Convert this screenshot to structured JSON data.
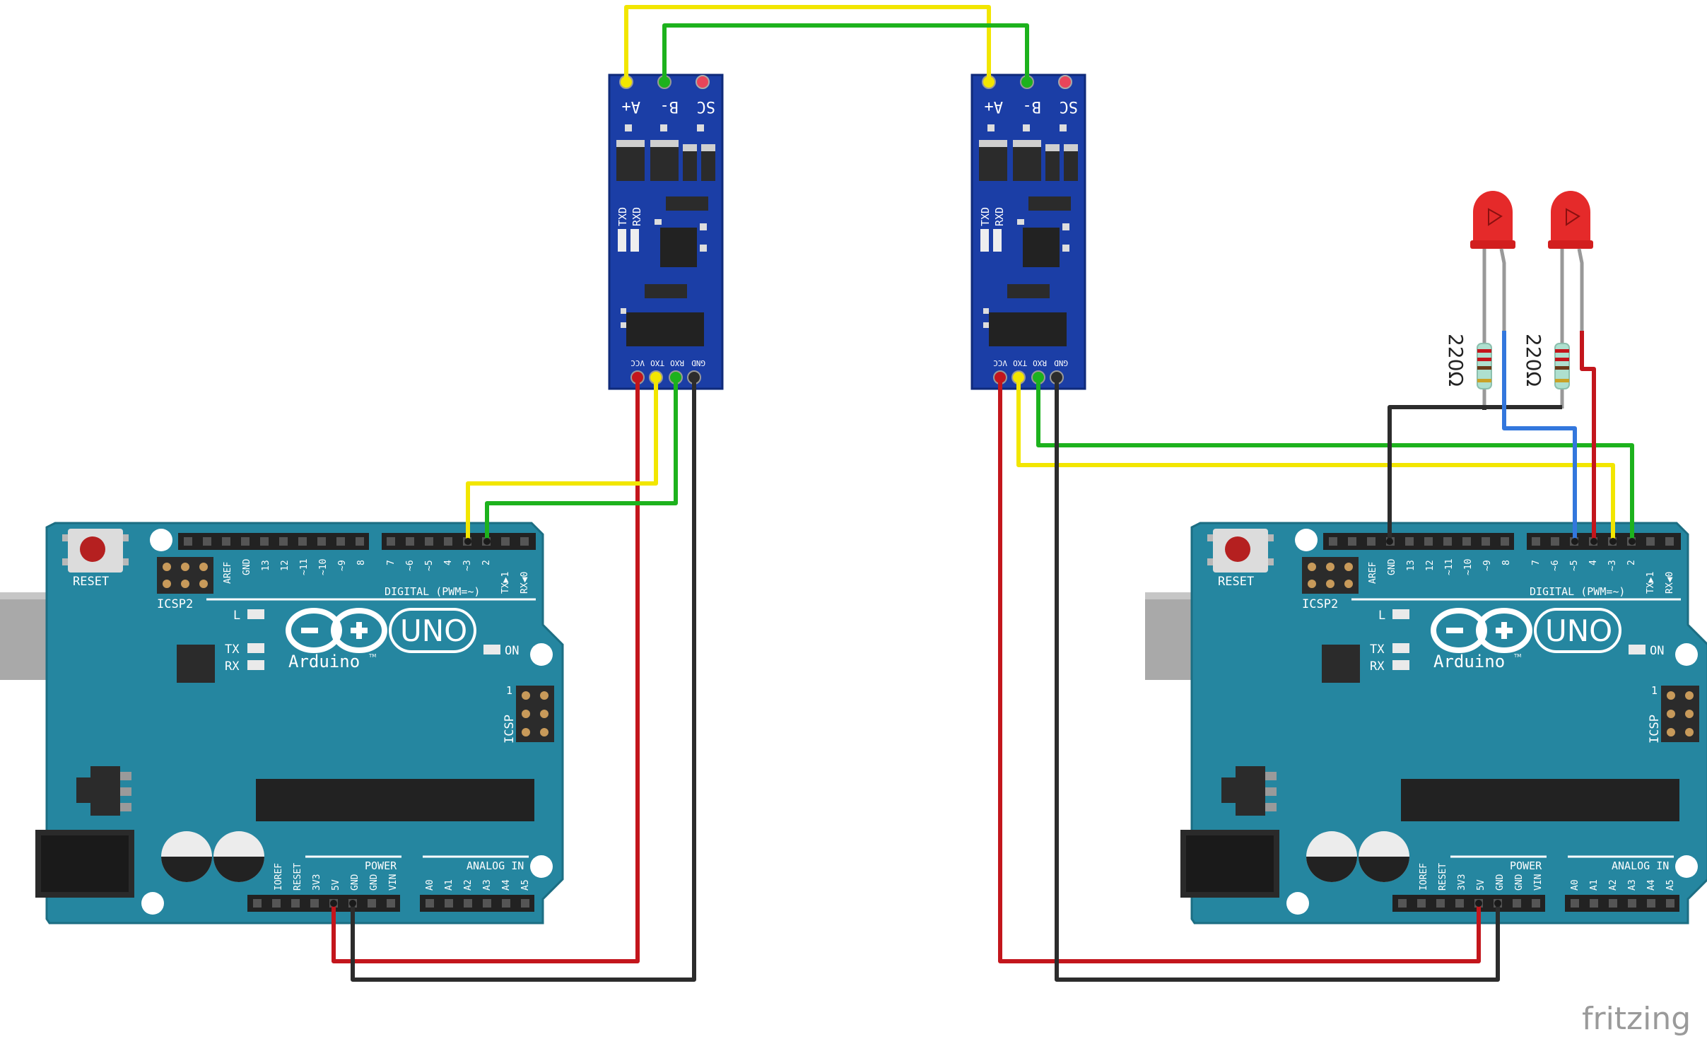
{
  "boards": {
    "reset_label": "RESET",
    "icsp2_label": "ICSP2",
    "icsp_label": "ICSP",
    "icsp_pin1": "1",
    "brand": "Arduino",
    "tm": "TM",
    "model": "UNO",
    "on_label": "ON",
    "l_label": "L",
    "tx_label": "TX",
    "rx_label": "RX",
    "digital_label": "DIGITAL (PWM=~)",
    "power_label": "POWER",
    "analog_label": "ANALOG IN",
    "digital_pins": [
      "AREF",
      "GND",
      "13",
      "12",
      "~11",
      "~10",
      "~9",
      "8",
      "7",
      "~6",
      "~5",
      "4",
      "~3",
      "2",
      "TX▶1",
      "RX◀0"
    ],
    "power_pins": [
      "IOREF",
      "RESET",
      "3V3",
      "5V",
      "GND",
      "GND",
      "VIN"
    ],
    "analog_pins": [
      "A0",
      "A1",
      "A2",
      "A3",
      "A4",
      "A5"
    ]
  },
  "modules": {
    "bus_labels": [
      "A+",
      "B-",
      "SC"
    ],
    "side_labels": [
      "TXD",
      "RXD"
    ],
    "logic_labels": [
      "GND",
      "RXO",
      "TXO",
      "VCC"
    ]
  },
  "resistors": {
    "value": "220Ω"
  },
  "wire_colors": {
    "red": "#c3161c",
    "black": "#2c2c2c",
    "yellow": "#f2e600",
    "green": "#1db21d",
    "blue": "#3377dd"
  },
  "watermark": "fritzing"
}
